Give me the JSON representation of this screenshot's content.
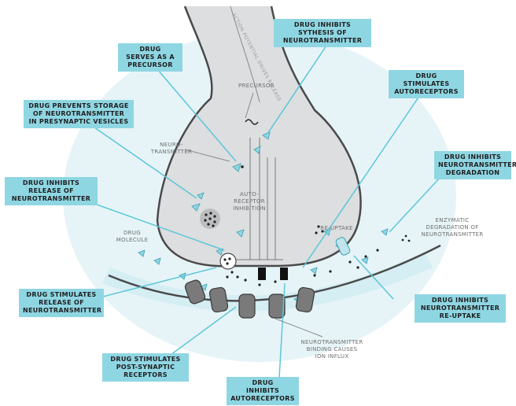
{
  "callouts": {
    "precursor_drug": "DRUG\nSERVES AS A\nPRECURSOR",
    "inhibit_synthesis": "DRUG INHIBITS\nSYTHESIS OF\nNEUROTRANSMITTER",
    "stimulate_autoreceptors": "DRUG\nSTIMULATES\nAUTORECEPTORS",
    "prevent_storage": "DRUG PREVENTS STORAGE\nOF NEUROTRANSMITTER\nIN PRESYNAPTIC VESICLES",
    "inhibit_degradation": "DRUG INHIBITS\nNEUROTRANSMITTER\nDEGRADATION",
    "inhibit_release": "DRUG INHIBITS\nRELEASE OF\nNEUROTRANSMITTER",
    "stimulate_release": "DRUG STIMULATES\nRELEASE OF\nNEUROTRANSMITTER",
    "inhibit_reuptake": "DRUG INHIBITS\nNEUROTRANSMITTER\nRE-UPTAKE",
    "stimulate_postsynaptic": "DRUG STIMULATES\nPOST-SYNAPTIC\nRECEPTORS",
    "inhibit_autoreceptors": "DRUG\nINHIBITS\nAUTORECEPTORS"
  },
  "labels": {
    "precursor": "PRECURSOR",
    "neurotransmitter": "NEURO-\nTRANSMITTER",
    "autoreceptor_inhibition": "AUTO-\nRECEPTOR\nINHIBITION",
    "reuptake": "RE-UPTAKE",
    "drug_molecule": "DRUG\nMOLECULE",
    "enzymatic_degradation": "ENZYMATIC\nDEGRADATION OF\nNEUROTRANSMITTER",
    "binding_influx": "NEUROTRANSMITTER\nBINDING CAUSES\nION INFLUX",
    "axon_text": "ACTION POTENTIAL DRIVES RELEASE"
  },
  "colors": {
    "callout_bg": "#8fd6e3",
    "membrane": "#4a4a4a",
    "cytoplasm": "#dcdedf",
    "cyan_fill": "#bfe4ec",
    "leader": "#5cc6d9",
    "receptor": "#7a7a7a"
  }
}
